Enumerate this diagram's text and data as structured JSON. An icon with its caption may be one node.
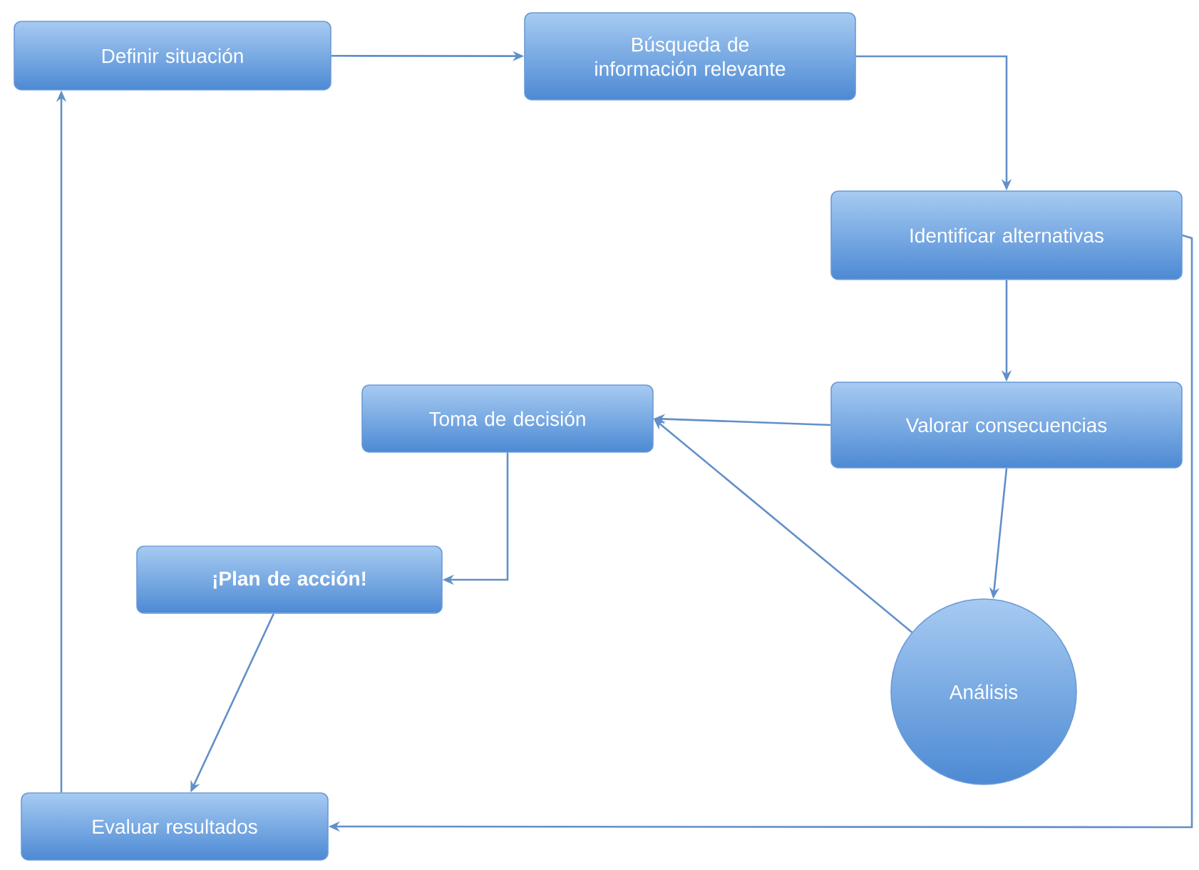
{
  "diagram": {
    "nodes": [
      {
        "text": [
          "Definir situación"
        ]
      },
      {
        "text": [
          "Búsqueda de información relevante"
        ]
      },
      {
        "text": [
          "Identificar alternativas"
        ]
      },
      {
        "text": [
          "Valorar consecuencias"
        ]
      },
      {
        "text": [
          "Toma de decisión"
        ]
      },
      {
        "text": [
          "¡Plan de acción!"
        ]
      },
      {
        "text": [
          "Análisis"
        ]
      },
      {
        "text": [
          "Evaluar resultados"
        ]
      }
    ],
    "edges": [
      {
        "from": 0,
        "to": 1,
        "arrow": "to"
      },
      {
        "from": 1,
        "to": 2,
        "arrow": "to"
      },
      {
        "from": 2,
        "to": 3,
        "arrow": "to"
      },
      {
        "from": 3,
        "to": 4,
        "arrow": "to"
      },
      {
        "from": 3,
        "to": 6,
        "arrow": "to"
      },
      {
        "from": 6,
        "to": 4,
        "arrow": "to"
      },
      {
        "from": 4,
        "to": 5,
        "arrow": "to"
      },
      {
        "from": 5,
        "to": 7,
        "arrow": "to"
      },
      {
        "from": 7,
        "to": 0,
        "arrow": "to"
      },
      {
        "from": 2,
        "to": 7,
        "arrow": "to"
      }
    ]
  }
}
